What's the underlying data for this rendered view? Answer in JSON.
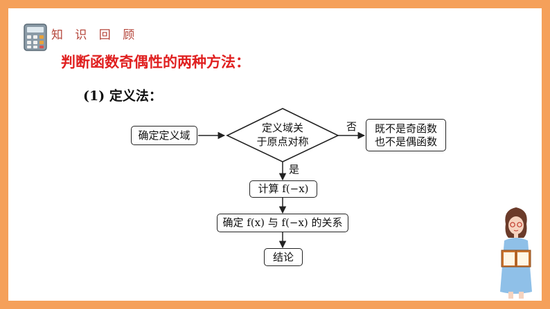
{
  "header": {
    "title": "知 识 回 顾",
    "icon": "calculator-icon"
  },
  "subtitle": "判断函数奇偶性的两种方法：",
  "section": "(1)  定义法：",
  "flowchart": {
    "nodes": {
      "domain": "确定定义域",
      "symmetric_line1": "定义域关",
      "symmetric_line2": "于原点对称",
      "neither_line1": "既不是奇函数",
      "neither_line2": "也不是偶函数",
      "compute": "计算 f(−x)",
      "compare": "确定 f(x) 与 f(−x) 的关系",
      "conclusion": "结论"
    },
    "edges": {
      "no": "否",
      "yes": "是"
    }
  },
  "colors": {
    "border": "#f5a05a",
    "title": "#b5463b",
    "subtitle": "#e02020"
  }
}
